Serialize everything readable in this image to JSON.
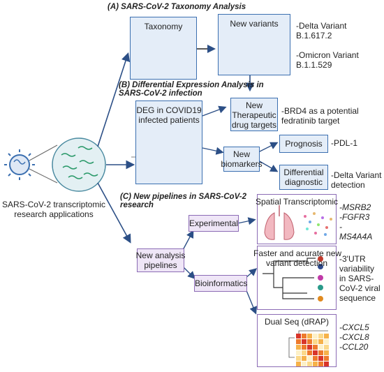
{
  "sections": {
    "a_title": "(A) SARS-CoV-2 Taxonomy Analysis",
    "b_title_line1": "(B) Differential Expression Analysis in",
    "b_title_line2": "SARS-CoV-2 infection",
    "c_title_line1": "(C) New pipelines in SARS-CoV-2",
    "c_title_line2": "research"
  },
  "source": {
    "caption_line1": "SARS-CoV-2 transcriptomic",
    "caption_line2": "research applications"
  },
  "taxonomy": {
    "box_title": "Taxonomy",
    "variants_title": "New variants",
    "delta_line1": "-Delta Variant",
    "delta_line2": "B.1.617.2",
    "omicron_line1": "-Omicron Variant",
    "omicron_line2": "B.1.1.529"
  },
  "deg": {
    "title_line1": "DEG in COVID19",
    "title_line2": "infected patients",
    "therapeutic_line1": "New",
    "therapeutic_line2": "Therapeutic",
    "therapeutic_line3": "drug targets",
    "brd4_line1": "-BRD4 as a potential",
    "brd4_line2": "fedratinib target",
    "biomarkers_line1": "New",
    "biomarkers_line2": "biomarkers",
    "prognosis": "Prognosis",
    "pdl1": "-PDL-1",
    "differential_line1": "Differential",
    "differential_line2": "diagnostic",
    "delta_detect_line1": "-Delta Variant",
    "delta_detect_line2": "detection"
  },
  "pipelines": {
    "new_line1": "New analysis",
    "new_line2": "pipelines",
    "experimental": "Experimental",
    "bioinformatics": "Bioinformatics",
    "spatial_title": "Spatial Transcriptomic",
    "spatial_genes": [
      "-MSRB2",
      "-FGFR3",
      "-",
      "MS4A4A"
    ],
    "faster_title": "Faster and acurate new",
    "faster_title2": "variant detection",
    "utr_lines": [
      "-3'UTR",
      "variability",
      "in SARS-",
      "CoV-2 viral",
      "sequence"
    ],
    "dualseq_title": "Dual Seq (dRAP)",
    "dual_genes": [
      "-CXCL5",
      "-CXCL8",
      "-CCL20"
    ]
  },
  "colors": {
    "box_border": "#3b6fb0",
    "box_fill": "#e4edf8",
    "purple_fill": "#efe6f7",
    "purple_border": "#8b6bb5",
    "arrow": "#2c4f86"
  }
}
